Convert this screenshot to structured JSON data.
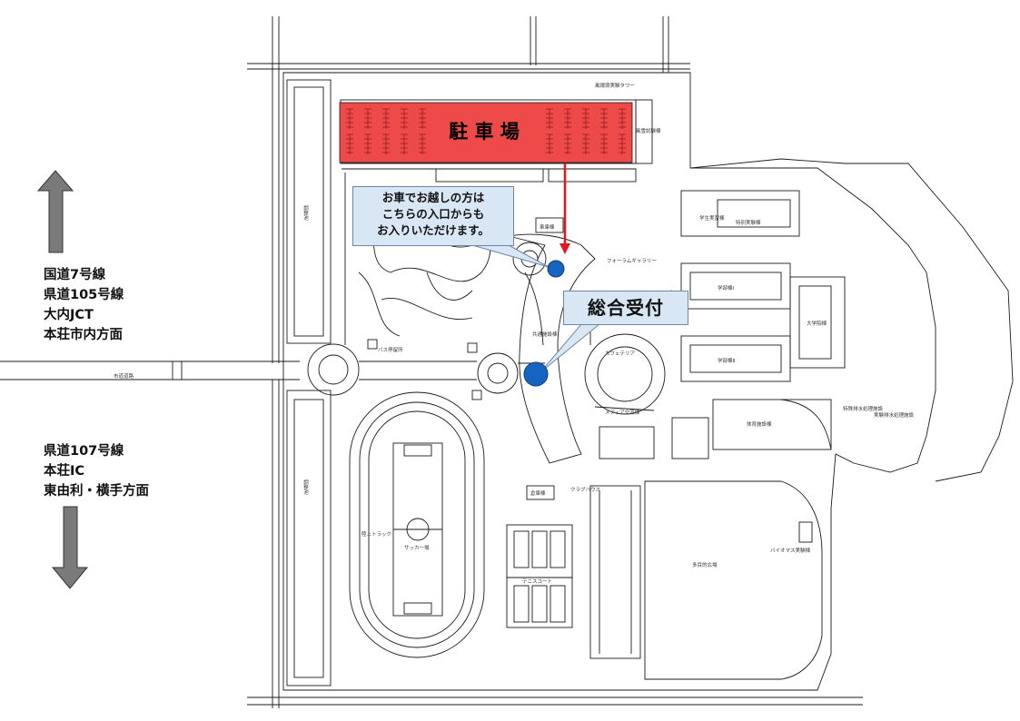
{
  "parking": {
    "label": "駐 車 場"
  },
  "callout": {
    "lines": [
      "お車でお越しの方は",
      "こちらの入口からも",
      "お入りいただけます。"
    ]
  },
  "reception": {
    "label": "総合受付"
  },
  "directions": {
    "north": [
      "国道7号線",
      "県道105号線",
      "大内JCT",
      "本荘市内方面"
    ],
    "south": [
      "県道107号線",
      "本荘IC",
      "東由利・横手方面"
    ]
  },
  "map_labels": {
    "wind_tower": "風環境実験タワー",
    "wind_test": "風雪試験棟",
    "student_lab": "学生実習棟",
    "special_lab": "特別実験棟",
    "forum_gallery": "フォーラムギャラリー",
    "university_hall": "大学院棟",
    "faculty1": "学部棟Ⅰ",
    "faculty2": "学部棟Ⅱ",
    "common_bldg": "共通施設棟",
    "cafeteria": "カフェテリア",
    "media": "メディア交流棟",
    "gym": "体育施設棟",
    "bus_stop": "バス停留所",
    "track": "陸上トラック",
    "soccer": "サッカー場",
    "tennis": "テニスコート",
    "club_house": "クラブハウス",
    "field": "多目的広場",
    "biomass": "バイオマス実験棟",
    "pond": "調整池",
    "pond2": "調整池",
    "road": "市道道路",
    "wastewater": "特殊排水処理施設",
    "wastewater2": "実験排水処理施設",
    "garage": "車庫棟",
    "warehouse": "倉庫棟"
  },
  "colors": {
    "parking_fill": "#ef4a4a",
    "callout_fill": "#d9e6f3",
    "entrance_dot": "#1565c0",
    "arrow_red": "#e8141c",
    "arrow_gray": "#7a7a7a"
  }
}
